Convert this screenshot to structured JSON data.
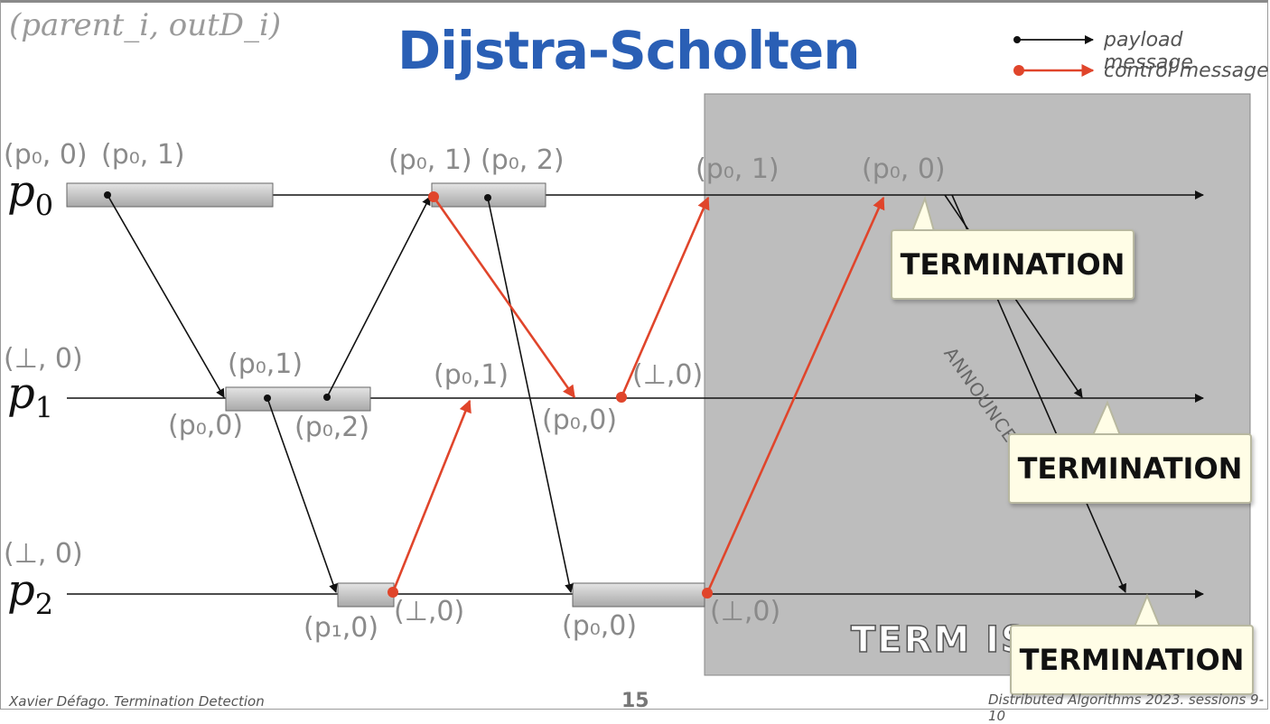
{
  "header": {
    "corner_label": "(parent_i, outD_i)",
    "title": "Dijstra-Scholten"
  },
  "legend": {
    "payload": "payload message",
    "control": "control message"
  },
  "processes": {
    "p0": "p",
    "p0_sub": "0",
    "p1": "p",
    "p1_sub": "1",
    "p2": "p",
    "p2_sub": "2"
  },
  "tuples": {
    "p0_a": "(p₀, 0)",
    "p0_b": "(p₀, 1)",
    "p0_c": "(p₀, 1)",
    "p0_d": "(p₀, 2)",
    "p0_e": "(p₀, 1)",
    "p0_f": "(p₀, 0)",
    "p1_init": "(⊥, 0)",
    "p1_a": "(p₀,1)",
    "p1_b": "(p₀,0)",
    "p1_c": "(p₀,2)",
    "p1_d": "(p₀,1)",
    "p1_e": "(p₀,0)",
    "p1_f": "(⊥,0)",
    "p2_init": "(⊥, 0)",
    "p2_a": "(p₁,0)",
    "p2_b": "(⊥,0)",
    "p2_c": "(p₀,0)",
    "p2_d": "(⊥,0)"
  },
  "callouts": {
    "t0": "TERMINATION",
    "t1": "TERMINATION",
    "t2": "TERMINATION"
  },
  "overlay": {
    "term_is": "TERM IS",
    "announce": "ANNOUNCE"
  },
  "colors": {
    "control": "#e0452b",
    "payload": "#111111",
    "title": "#2a5fb5",
    "shade": "#bdbdbd"
  },
  "footer": {
    "author": "Xavier Défago.   Termination Detection",
    "page": "15",
    "course": "Distributed Algorithms 2023.  sessions 9-10"
  }
}
